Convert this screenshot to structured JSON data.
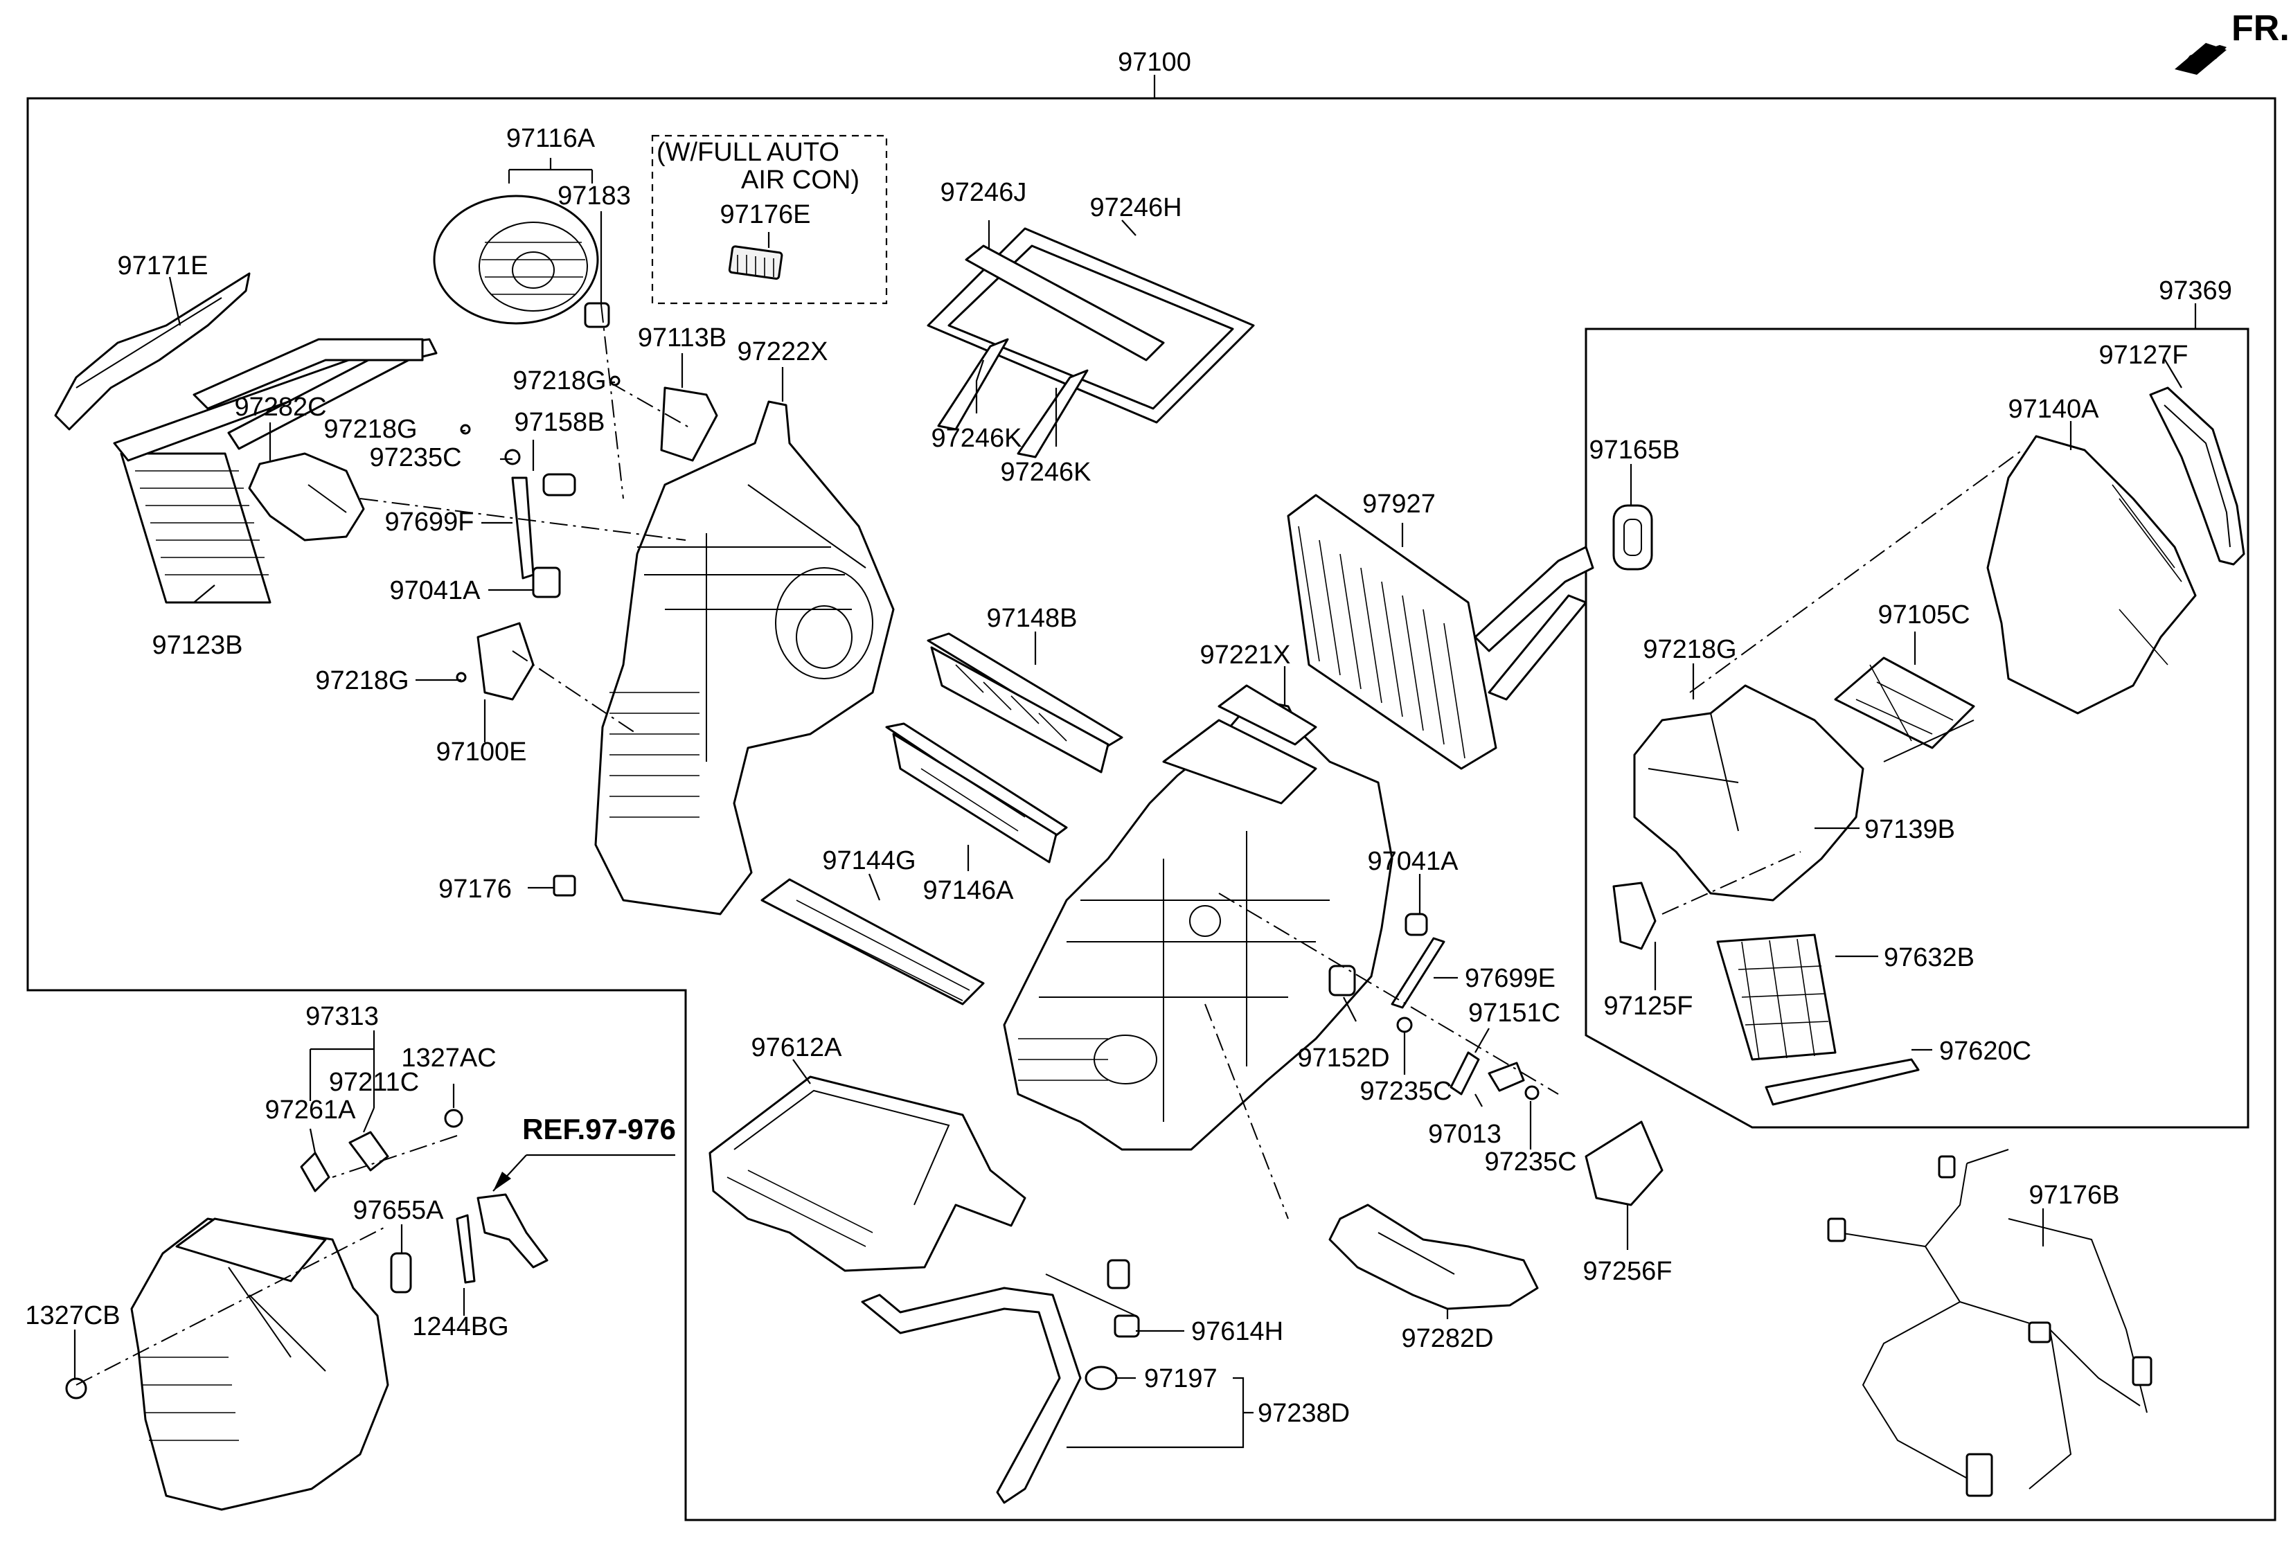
{
  "diagram": {
    "assembly_number": "97100",
    "direction_label": "FR.",
    "option_note_line1": "(W/FULL AUTO",
    "option_note_line2": "AIR CON)",
    "reference": "REF.97-976",
    "labels": {
      "p97116A": "97116A",
      "p97183": "97183",
      "p97176E": "97176E",
      "p97171E": "97171E",
      "p97113B": "97113B",
      "p97222X": "97222X",
      "p97218G_a": "97218G",
      "p97282C": "97282C",
      "p97218G_b": "97218G",
      "p97158B": "97158B",
      "p97235C_a": "97235C",
      "p97699F": "97699F",
      "p97041A_a": "97041A",
      "p97123B": "97123B",
      "p97218G_c": "97218G",
      "p97100E": "97100E",
      "p97176": "97176",
      "p97246J": "97246J",
      "p97246H": "97246H",
      "p97246K_a": "97246K",
      "p97246K_b": "97246K",
      "p97148B": "97148B",
      "p97144G": "97144G",
      "p97146A": "97146A",
      "p97221X": "97221X",
      "p97927": "97927",
      "p97165B": "97165B",
      "p97041A_b": "97041A",
      "p97699E": "97699E",
      "p97151C": "97151C",
      "p97152D": "97152D",
      "p97235C_b": "97235C",
      "p97013": "97013",
      "p97235C_c": "97235C",
      "p97256F": "97256F",
      "p97282D": "97282D",
      "p97612A": "97612A",
      "p97614H": "97614H",
      "p97197": "97197",
      "p97238D": "97238D",
      "p97369": "97369",
      "p97127F": "97127F",
      "p97140A": "97140A",
      "p97218G_d": "97218G",
      "p97105C": "97105C",
      "p97139B": "97139B",
      "p97125F": "97125F",
      "p97632B": "97632B",
      "p97620C": "97620C",
      "p97176B": "97176B",
      "p97313": "97313",
      "p1327AC": "1327AC",
      "p97211C": "97211C",
      "p97261A": "97261A",
      "p97655A": "97655A",
      "p1244BG": "1244BG",
      "p1327CB": "1327CB"
    }
  }
}
